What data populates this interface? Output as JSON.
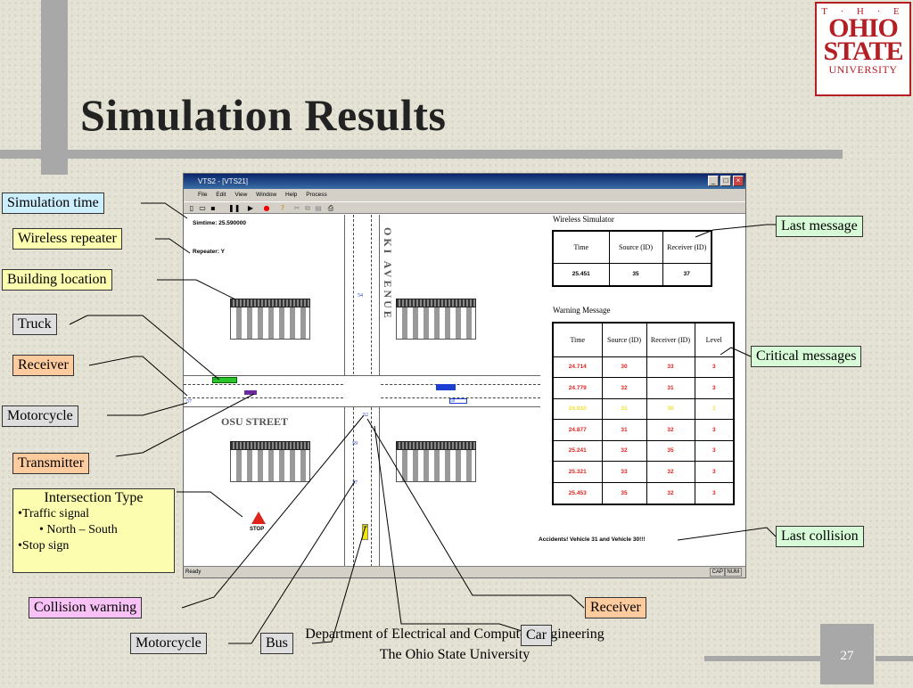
{
  "slide": {
    "title": "Simulation Results",
    "page_number": "27",
    "footer_line1": "Department of Electrical and Computer Engineering",
    "footer_line2": "The Ohio State University"
  },
  "logo": {
    "line1": "T · H · E",
    "line2": "OHIO",
    "line3": "STATE",
    "line4": "UNIVERSITY"
  },
  "window": {
    "title": "VTS2 - [VTS21]",
    "menu": [
      "File",
      "Edit",
      "View",
      "Window",
      "Help",
      "Process"
    ],
    "status": "Ready",
    "status_cap": "CAP",
    "status_num": "NUM"
  },
  "sim": {
    "simtime": "Simtime: 25.590000",
    "repeater": "Repeater: Y",
    "street_v": "OKI AVENUE",
    "street_h": "OSU STREET",
    "stop_label": "STOP",
    "accident": "Accidents! Vehicle 31 and Vehicle 30!!!",
    "vehicle_ids": [
      "54",
      "26",
      "57",
      "58",
      "52",
      "59",
      "37",
      "53"
    ]
  },
  "wireless": {
    "title": "Wireless Simulator",
    "headers": [
      "Time",
      "Source (ID)",
      "Receiver (ID)"
    ],
    "rows": [
      [
        "25.451",
        "35",
        "37"
      ]
    ]
  },
  "warning": {
    "title": "Warning Message",
    "headers": [
      "Time",
      "Source (ID)",
      "Receiver (ID)",
      "Level"
    ],
    "rows": [
      [
        "24.714",
        "30",
        "33",
        "3"
      ],
      [
        "24.779",
        "32",
        "31",
        "3"
      ],
      [
        "24.910",
        "31",
        "30",
        "1"
      ],
      [
        "24.877",
        "31",
        "32",
        "3"
      ],
      [
        "25.241",
        "32",
        "35",
        "3"
      ],
      [
        "25.321",
        "33",
        "32",
        "3"
      ],
      [
        "25.453",
        "35",
        "32",
        "3"
      ]
    ]
  },
  "callouts": {
    "sim_time": "Simulation time",
    "wireless_repeater": "Wireless repeater",
    "building": "Building location",
    "truck": "Truck",
    "receiver_left": "Receiver",
    "motorcycle_left": "Motorcycle",
    "transmitter": "Transmitter",
    "intersection_title": "Intersection Type",
    "int_1": "•Traffic signal",
    "int_2": "• North – South",
    "int_3": "•Stop sign",
    "collision_warning": "Collision warning",
    "motorcycle_bottom": "Motorcycle",
    "bus": "Bus",
    "car": "Car",
    "receiver_bottom": "Receiver",
    "last_message": "Last message",
    "critical": "Critical messages",
    "last_collision": "Last collision"
  },
  "colors": {
    "critical_red": "#e0221d",
    "low_yellow": "#f0e030",
    "osu_red": "#b41f24"
  }
}
